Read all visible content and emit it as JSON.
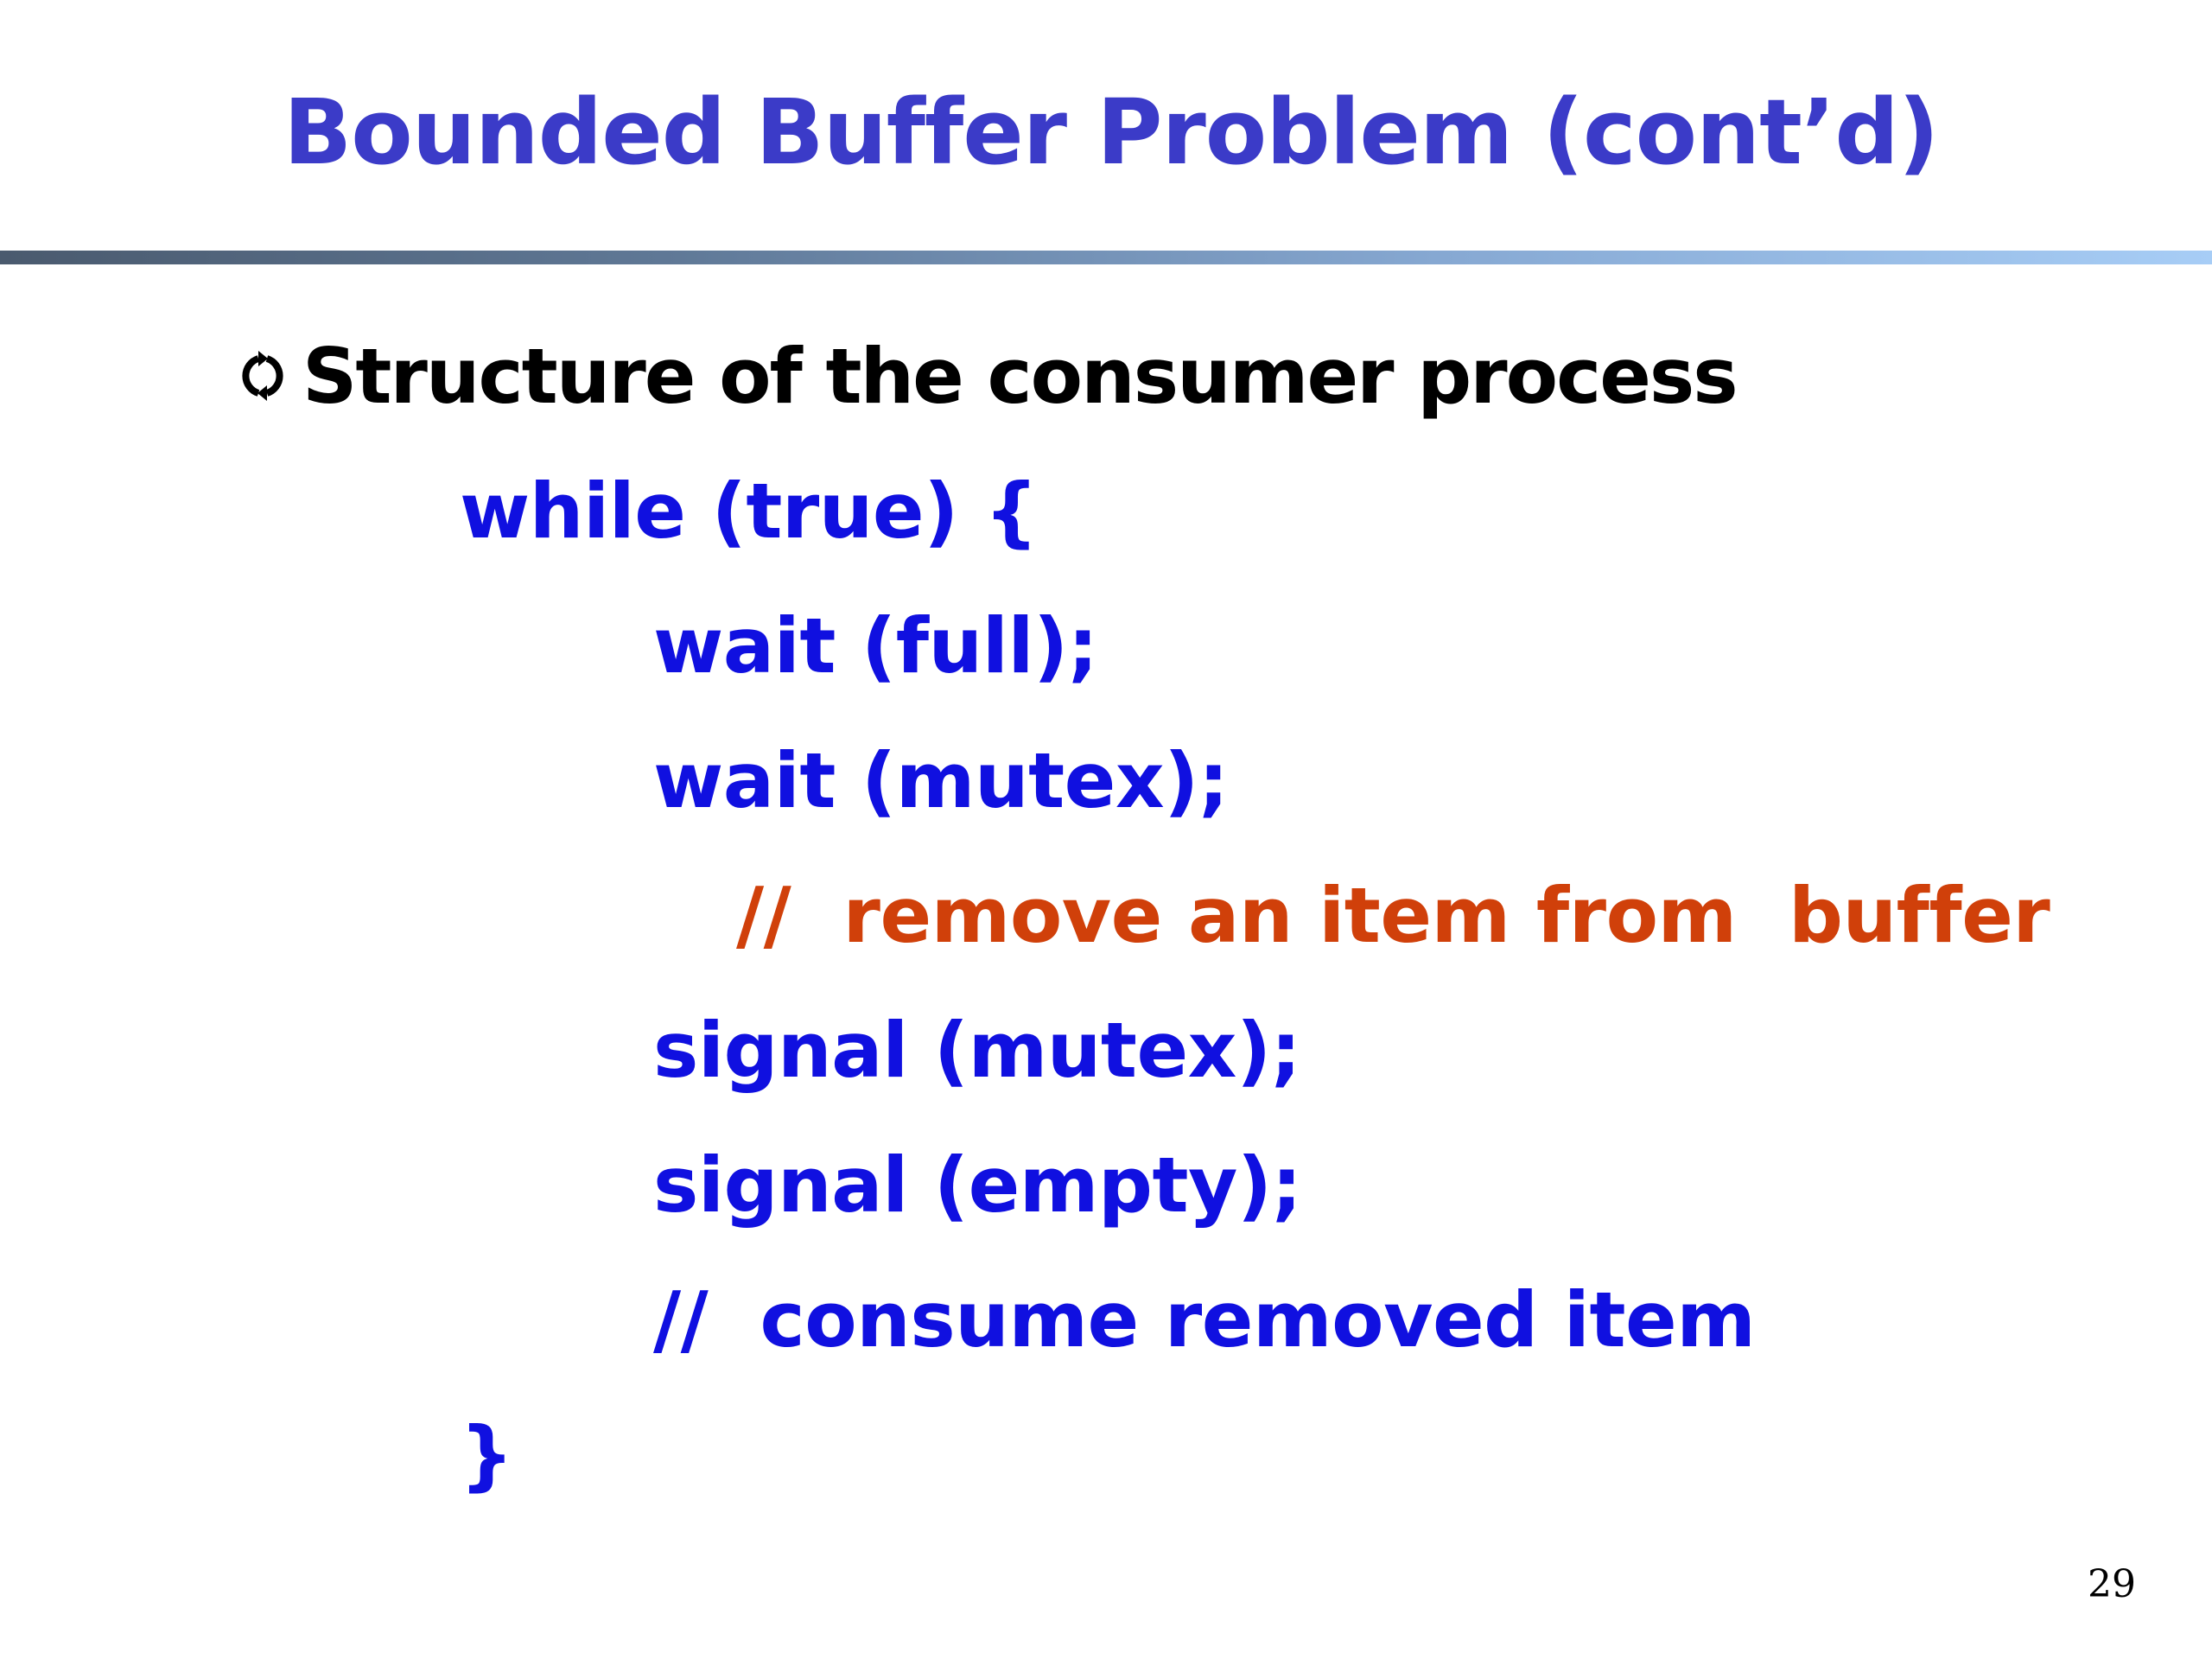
{
  "slide": {
    "title": "Bounded Buffer Problem (cont’d)",
    "bullet": {
      "icon": "cycle-arrows-icon",
      "text": "Structure of the consumer process"
    },
    "code": [
      "while (true) {",
      "wait (full);",
      "wait (mutex);",
      "//  remove an item from  buffer",
      "signal (mutex);",
      "signal (empty);",
      "//  consume removed item",
      "}"
    ],
    "page_number": "29"
  },
  "colors": {
    "title": "#3b3bc8",
    "code": "#1010e0",
    "comment_highlight": "#d0400a",
    "bullet_text": "#000000"
  }
}
